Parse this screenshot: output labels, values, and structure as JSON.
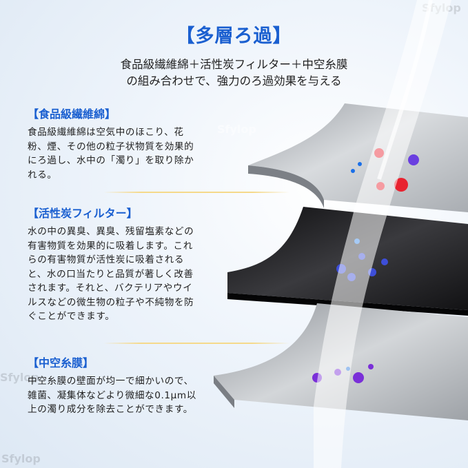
{
  "header": {
    "title": "【多層ろ過】",
    "subtitle_lines": [
      "食品級繊維綿＋活性炭フィルター＋中空糸膜",
      "の組み合わせで、強力のろ過効果を与える"
    ]
  },
  "sections": [
    {
      "heading": "【食品級繊維綿】",
      "body": "食品級繊維綿は空気中のほこり、花粉、煙、その他の粒子状物質を効果的にろ過し、水中の「濁り」を取り除かれる。"
    },
    {
      "heading": "【活性炭フィルター】",
      "body": "水の中の異臭、異臭、残留塩素などの有害物質を効果的に吸着します。これらの有害物質が活性炭に吸着されると、水の口当たりと品質が著しく改善されます。それと、バクテリアやウイルスなどの微生物の粒子や不純物を防ぐことができます。"
    },
    {
      "heading": "【中空糸膜】",
      "body": "中空糸膜の壁面が均一で細かいので、雑菌、凝集体などより微細な0.1μm以上の濁り成分を除去ことができます。"
    }
  ],
  "watermark": "Sfylop",
  "colors": {
    "accent": "#1a5fd0",
    "divider": "#f5d98a",
    "layer_top": "#bfc3c8",
    "layer_middle": "#1b1b1d",
    "layer_bottom": "#b5b9be"
  }
}
